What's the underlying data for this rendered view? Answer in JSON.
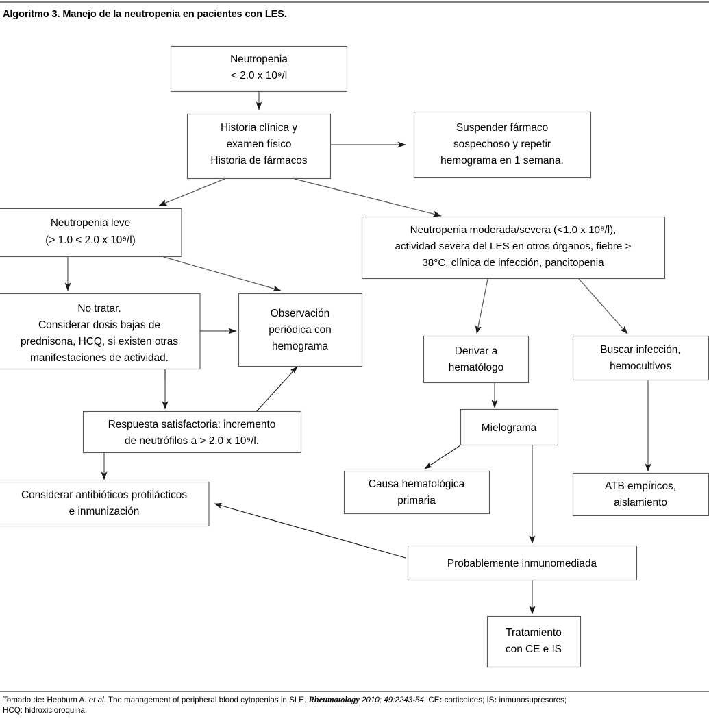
{
  "page": {
    "title": "Algoritmo 3. Manejo de la neutropenia en pacientes con LES.",
    "footnote": {
      "lead": "Tomado de",
      "colon1": ":",
      "authors": " Hepburn A. ",
      "etal": "et al",
      "period1": ". The management of peripheral blood cytopenias in SLE. ",
      "journal": "Rheumatology",
      "volume": " 2010; 49:2243-54.",
      "abbrev_ce_key": "  CE",
      "abbrev_ce_val": " corticoides; IS",
      "abbrev_is_val": " inmunosupresores;",
      "line2": "HCQ: hidroxicloroquina."
    }
  },
  "nodes": {
    "n1": {
      "id": "neutropenia",
      "lines": [
        "Neutropenia",
        "< 2.0 x 10⁹/l"
      ]
    },
    "n2": {
      "id": "historia-clinica",
      "lines": [
        "Historia clínica y",
        "examen físico",
        "Historia de fármacos"
      ]
    },
    "n3": {
      "id": "suspender-farmaco",
      "lines": [
        "Suspender fármaco",
        "sospechoso y repetir",
        "hemograma en 1 semana."
      ]
    },
    "n4": {
      "id": "neutropenia-leve",
      "lines": [
        "Neutropenia leve",
        "(> 1.0 < 2.0 x 10⁹/l)"
      ]
    },
    "n5": {
      "id": "neutropenia-moderada-severa",
      "lines": [
        "Neutropenia moderada/severa (<1.0 x 10⁹/l),",
        "actividad severa del LES en otros órganos, fiebre >",
        "38°C, clínica de infección, pancitopenia"
      ]
    },
    "n6": {
      "id": "no-tratar",
      "lines": [
        "No tratar.",
        "Considerar dosis bajas de",
        "prednisona, HCQ, si existen otras",
        "manifestaciones de actividad."
      ]
    },
    "n7": {
      "id": "observacion-periodica",
      "lines": [
        "Observación",
        "periódica con",
        "hemograma"
      ]
    },
    "n8": {
      "id": "derivar-hematologo",
      "lines": [
        "Derivar a",
        "hematólogo"
      ]
    },
    "n9": {
      "id": "buscar-infeccion",
      "lines": [
        "Buscar infección,",
        "hemocultivos"
      ]
    },
    "n10": {
      "id": "respuesta-satisfactoria",
      "lines": [
        "Respuesta satisfactoria: incremento",
        "de neutrófilos a > 2.0 x 10⁹/l."
      ]
    },
    "n11": {
      "id": "mielograma",
      "lines": [
        "Mielograma"
      ]
    },
    "n12": {
      "id": "causa-hematologica",
      "lines": [
        "Causa hematológica",
        "primaria"
      ]
    },
    "n13": {
      "id": "atb-empiricos",
      "lines": [
        "ATB empíricos,",
        "aislamiento"
      ]
    },
    "n14": {
      "id": "considerar-antibioticos",
      "lines": [
        "Considerar antibióticos profilácticos",
        "e inmunización"
      ]
    },
    "n15": {
      "id": "probablemente-inmunomediada",
      "lines": [
        "Probablemente inmunomediada"
      ]
    },
    "n16": {
      "id": "tratamiento-ce-is",
      "lines": [
        "Tratamiento",
        "con CE e IS"
      ]
    }
  },
  "colors": {
    "box_border": "#58595b",
    "line": "#58595b",
    "rule": "#808080",
    "text": "#000000",
    "background": "#ffffff"
  }
}
